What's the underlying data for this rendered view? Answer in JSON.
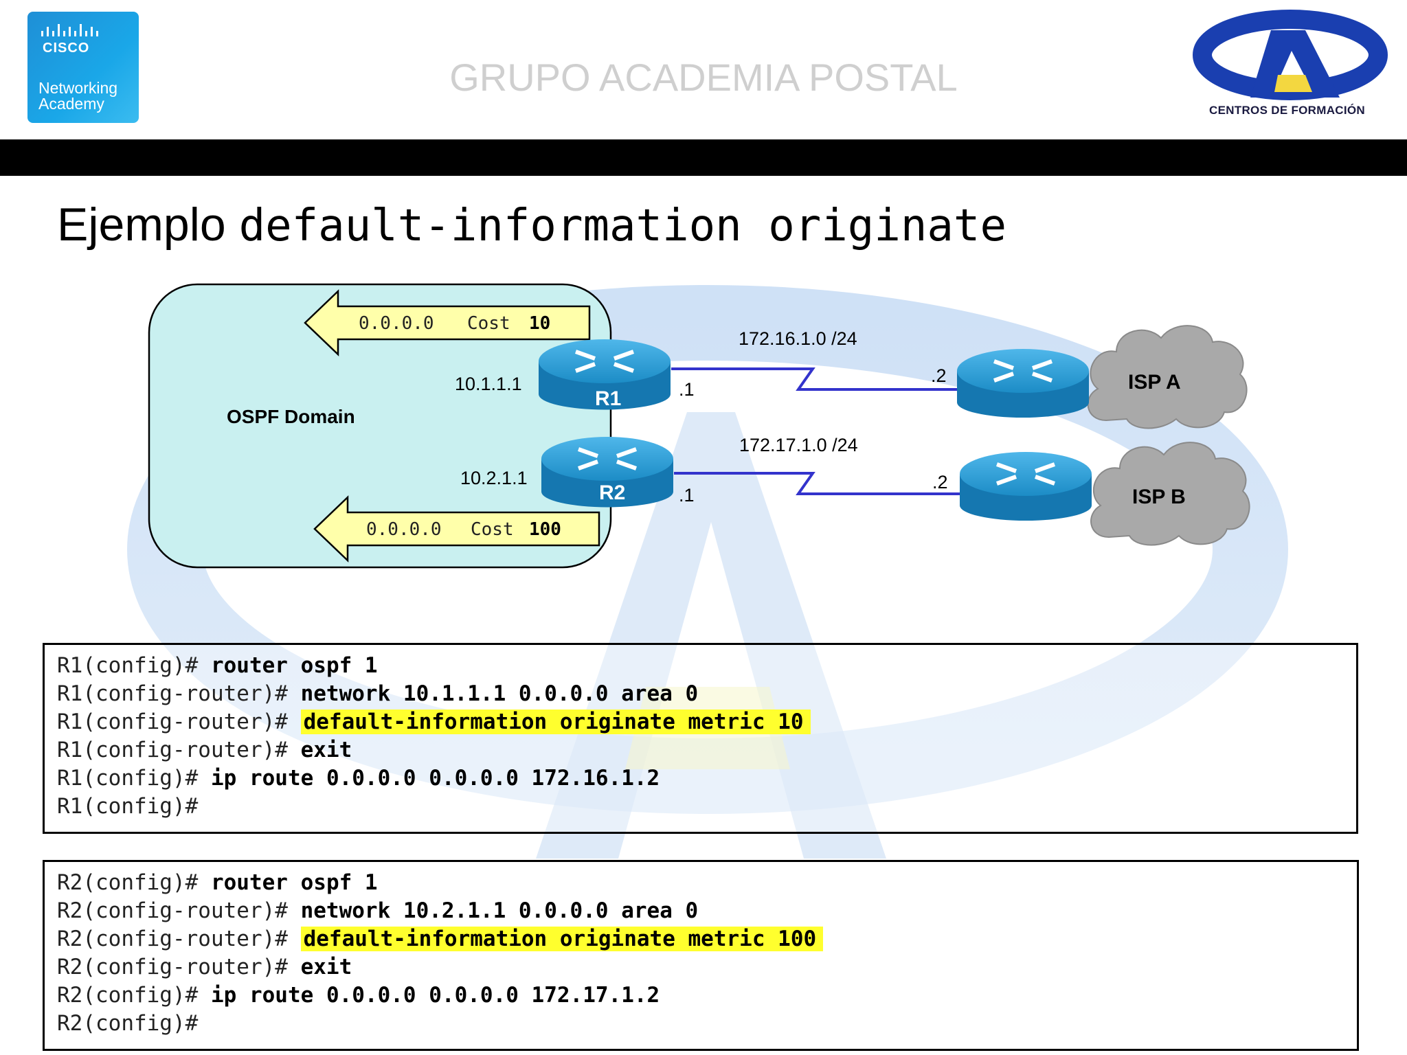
{
  "header": {
    "cisco_word": "CISCO",
    "cisco_line1": "Networking",
    "cisco_line2": "Academy",
    "title": "GRUPO ACADEMIA POSTAL",
    "right_logo_caption": "CENTROS DE FORMACIÓN"
  },
  "slide": {
    "title_text": "Ejemplo",
    "title_code": "default-information originate"
  },
  "diagram": {
    "domain_label": "OSPF Domain",
    "arrow1": {
      "prefix": "0.0.0.0",
      "cost_label": "Cost",
      "cost": "10"
    },
    "arrow2": {
      "prefix": "0.0.0.0",
      "cost_label": "Cost",
      "cost": "100"
    },
    "r1": {
      "name": "R1",
      "ip": "10.1.1.1",
      "port": ".1"
    },
    "r2": {
      "name": "R2",
      "ip": "10.2.1.1",
      "port": ".1"
    },
    "net1": "172.16.1.0 /24",
    "net2": "172.17.1.0 /24",
    "ispa": {
      "name": "ISP A",
      "port": ".2"
    },
    "ispb": {
      "name": "ISP B",
      "port": ".2"
    },
    "colors": {
      "router": "#1d8fc9",
      "link": "#3333cc",
      "domain_fill": "#c9f0f0",
      "arrow_fill": "#ffffaa",
      "cloud": "#a9a9a9"
    }
  },
  "config1": [
    {
      "prompt": "R1(config)# ",
      "cmd": "router ospf 1"
    },
    {
      "prompt": "R1(config-router)# ",
      "cmd": "network 10.1.1.1 0.0.0.0 area 0"
    },
    {
      "prompt": "R1(config-router)# ",
      "hl": "default-information originate metric 10"
    },
    {
      "prompt": "R1(config-router)# ",
      "cmd": "exit"
    },
    {
      "prompt": "R1(config)# ",
      "cmd": "ip route 0.0.0.0 0.0.0.0 172.16.1.2"
    },
    {
      "prompt": "R1(config)#",
      "cmd": ""
    }
  ],
  "config2": [
    {
      "prompt": "R2(config)# ",
      "cmd": "router ospf 1"
    },
    {
      "prompt": "R2(config-router)# ",
      "cmd": "network 10.2.1.1 0.0.0.0 area 0"
    },
    {
      "prompt": "R2(config-router)# ",
      "hl": "default-information originate metric 100"
    },
    {
      "prompt": "R2(config-router)# ",
      "cmd": "exit"
    },
    {
      "prompt": "R2(config)# ",
      "cmd": "ip route 0.0.0.0 0.0.0.0 172.17.1.2"
    },
    {
      "prompt": "R2(config)#",
      "cmd": ""
    }
  ]
}
